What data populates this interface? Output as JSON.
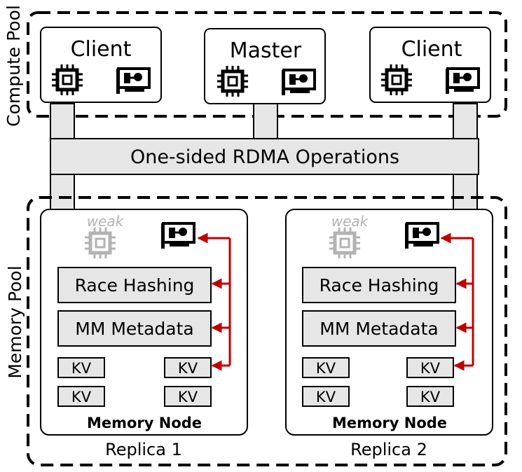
{
  "compute_pool": {
    "label": "Compute Pool",
    "nodes": [
      {
        "id": "client-left",
        "label": "Client",
        "icons": [
          "cpu-icon",
          "nic-icon"
        ]
      },
      {
        "id": "master",
        "label": "Master",
        "icons": [
          "cpu-icon",
          "nic-icon"
        ]
      },
      {
        "id": "client-right",
        "label": "Client",
        "icons": [
          "cpu-icon",
          "nic-icon"
        ]
      }
    ]
  },
  "interconnect": {
    "label": "One-sided RDMA Operations"
  },
  "memory_pool": {
    "label": "Memory Pool",
    "replicas": [
      {
        "caption": "Replica 1",
        "node_label": "Memory Node",
        "cpu_label": "weak",
        "blocks": [
          "Race Hashing",
          "MM Metadata"
        ],
        "kv_left": [
          "KV",
          "KV"
        ],
        "kv_right": [
          "KV",
          "KV"
        ]
      },
      {
        "caption": "Replica 2",
        "node_label": "Memory Node",
        "cpu_label": "weak",
        "blocks": [
          "Race Hashing",
          "MM Metadata"
        ],
        "kv_left": [
          "KV",
          "KV"
        ],
        "kv_right": [
          "KV",
          "KV"
        ]
      }
    ]
  },
  "colors": {
    "box_fill": "#e6e6e6",
    "arrow": "#c00000",
    "weak_cpu": "#b3b3b3",
    "stroke": "#000000"
  }
}
